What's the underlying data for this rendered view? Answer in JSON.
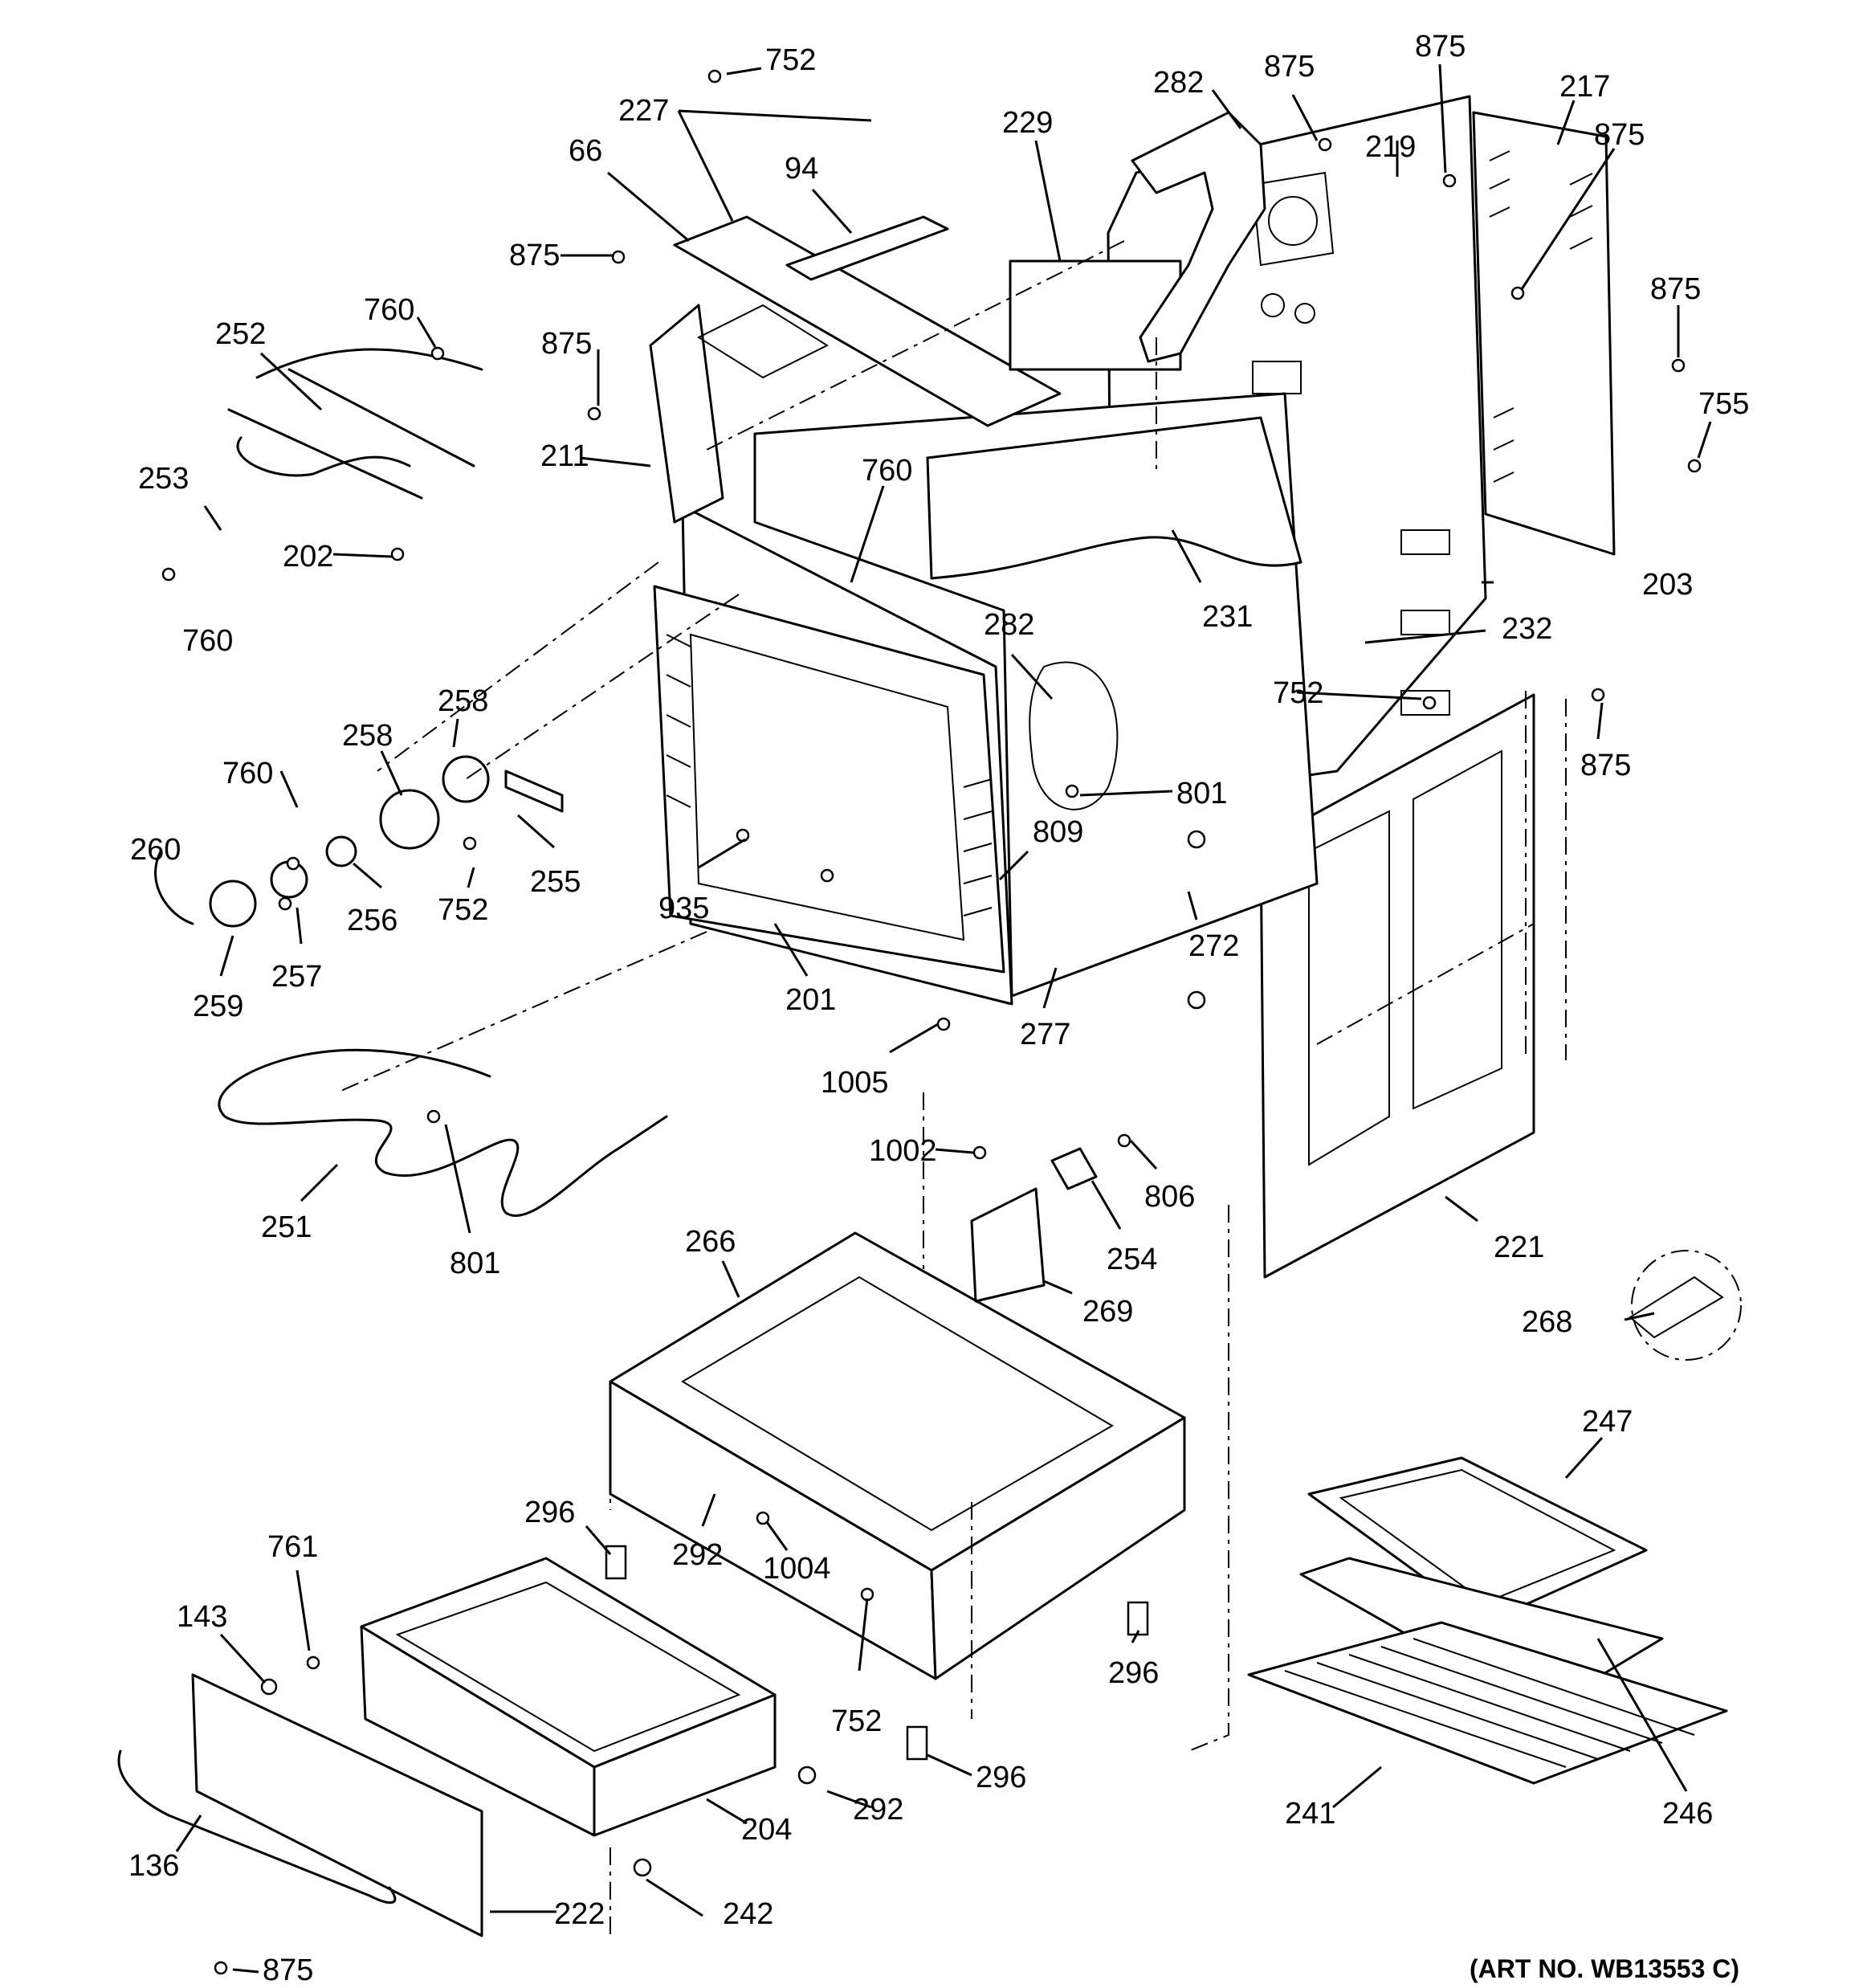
{
  "art_number": "(ART NO. WB13553 C)",
  "callouts": [
    {
      "id": "c1",
      "text": "752"
    },
    {
      "id": "c2",
      "text": "227"
    },
    {
      "id": "c3",
      "text": "66"
    },
    {
      "id": "c4",
      "text": "94"
    },
    {
      "id": "c5",
      "text": "229"
    },
    {
      "id": "c6",
      "text": "282"
    },
    {
      "id": "c7",
      "text": "875"
    },
    {
      "id": "c8",
      "text": "875"
    },
    {
      "id": "c9",
      "text": "219"
    },
    {
      "id": "c10",
      "text": "217"
    },
    {
      "id": "c11",
      "text": "875"
    },
    {
      "id": "c12",
      "text": "875"
    },
    {
      "id": "c13",
      "text": "760"
    },
    {
      "id": "c14",
      "text": "252"
    },
    {
      "id": "c15",
      "text": "875"
    },
    {
      "id": "c16",
      "text": "875"
    },
    {
      "id": "c17",
      "text": "211"
    },
    {
      "id": "c18",
      "text": "755"
    },
    {
      "id": "c19",
      "text": "253"
    },
    {
      "id": "c20",
      "text": "760"
    },
    {
      "id": "c21",
      "text": "202"
    },
    {
      "id": "c22",
      "text": "760"
    },
    {
      "id": "c23",
      "text": "231"
    },
    {
      "id": "c24",
      "text": "203"
    },
    {
      "id": "c25",
      "text": "282"
    },
    {
      "id": "c26",
      "text": "232"
    },
    {
      "id": "c27",
      "text": "258"
    },
    {
      "id": "c28",
      "text": "258"
    },
    {
      "id": "c29",
      "text": "752"
    },
    {
      "id": "c30",
      "text": "875"
    },
    {
      "id": "c31",
      "text": "760"
    },
    {
      "id": "c32",
      "text": "801"
    },
    {
      "id": "c33",
      "text": "809"
    },
    {
      "id": "c34",
      "text": "260"
    },
    {
      "id": "c35",
      "text": "255"
    },
    {
      "id": "c36",
      "text": "752"
    },
    {
      "id": "c37",
      "text": "256"
    },
    {
      "id": "c38",
      "text": "935"
    },
    {
      "id": "c39",
      "text": "272"
    },
    {
      "id": "c40",
      "text": "257"
    },
    {
      "id": "c41",
      "text": "259"
    },
    {
      "id": "c42",
      "text": "201"
    },
    {
      "id": "c43",
      "text": "277"
    },
    {
      "id": "c44",
      "text": "1005"
    },
    {
      "id": "c45",
      "text": "1002"
    },
    {
      "id": "c46",
      "text": "806"
    },
    {
      "id": "c47",
      "text": "251"
    },
    {
      "id": "c48",
      "text": "801"
    },
    {
      "id": "c49",
      "text": "254"
    },
    {
      "id": "c50",
      "text": "221"
    },
    {
      "id": "c51",
      "text": "266"
    },
    {
      "id": "c52",
      "text": "269"
    },
    {
      "id": "c53",
      "text": "268"
    },
    {
      "id": "c54",
      "text": "247"
    },
    {
      "id": "c55",
      "text": "296"
    },
    {
      "id": "c56",
      "text": "292"
    },
    {
      "id": "c57",
      "text": "1004"
    },
    {
      "id": "c58",
      "text": "761"
    },
    {
      "id": "c59",
      "text": "143"
    },
    {
      "id": "c60",
      "text": "296"
    },
    {
      "id": "c61",
      "text": "752"
    },
    {
      "id": "c62",
      "text": "296"
    },
    {
      "id": "c63",
      "text": "292"
    },
    {
      "id": "c64",
      "text": "204"
    },
    {
      "id": "c65",
      "text": "241"
    },
    {
      "id": "c66",
      "text": "246"
    },
    {
      "id": "c67",
      "text": "136"
    },
    {
      "id": "c68",
      "text": "242"
    },
    {
      "id": "c69",
      "text": "222"
    },
    {
      "id": "c70",
      "text": "875"
    }
  ]
}
